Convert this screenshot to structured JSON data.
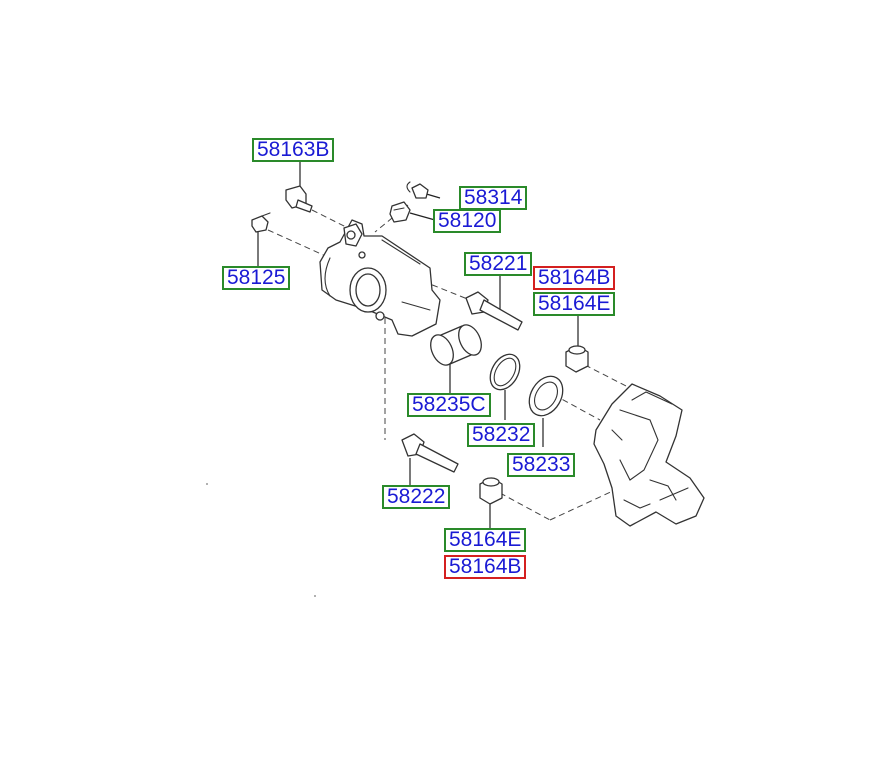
{
  "labels": {
    "l58163b": "58163B",
    "l58314": "58314",
    "l58120": "58120",
    "l58125": "58125",
    "l58221": "58221",
    "l58164b_top": "58164B",
    "l58164e_top": "58164E",
    "l58235c": "58235C",
    "l58232": "58232",
    "l58233": "58233",
    "l58222": "58222",
    "l58164e_bottom": "58164E",
    "l58164b_bottom": "58164B"
  },
  "colors": {
    "label_text": "#1a1ad4",
    "label_border_green": "#2a8a2a",
    "label_border_red": "#d42020",
    "line": "#333333"
  }
}
